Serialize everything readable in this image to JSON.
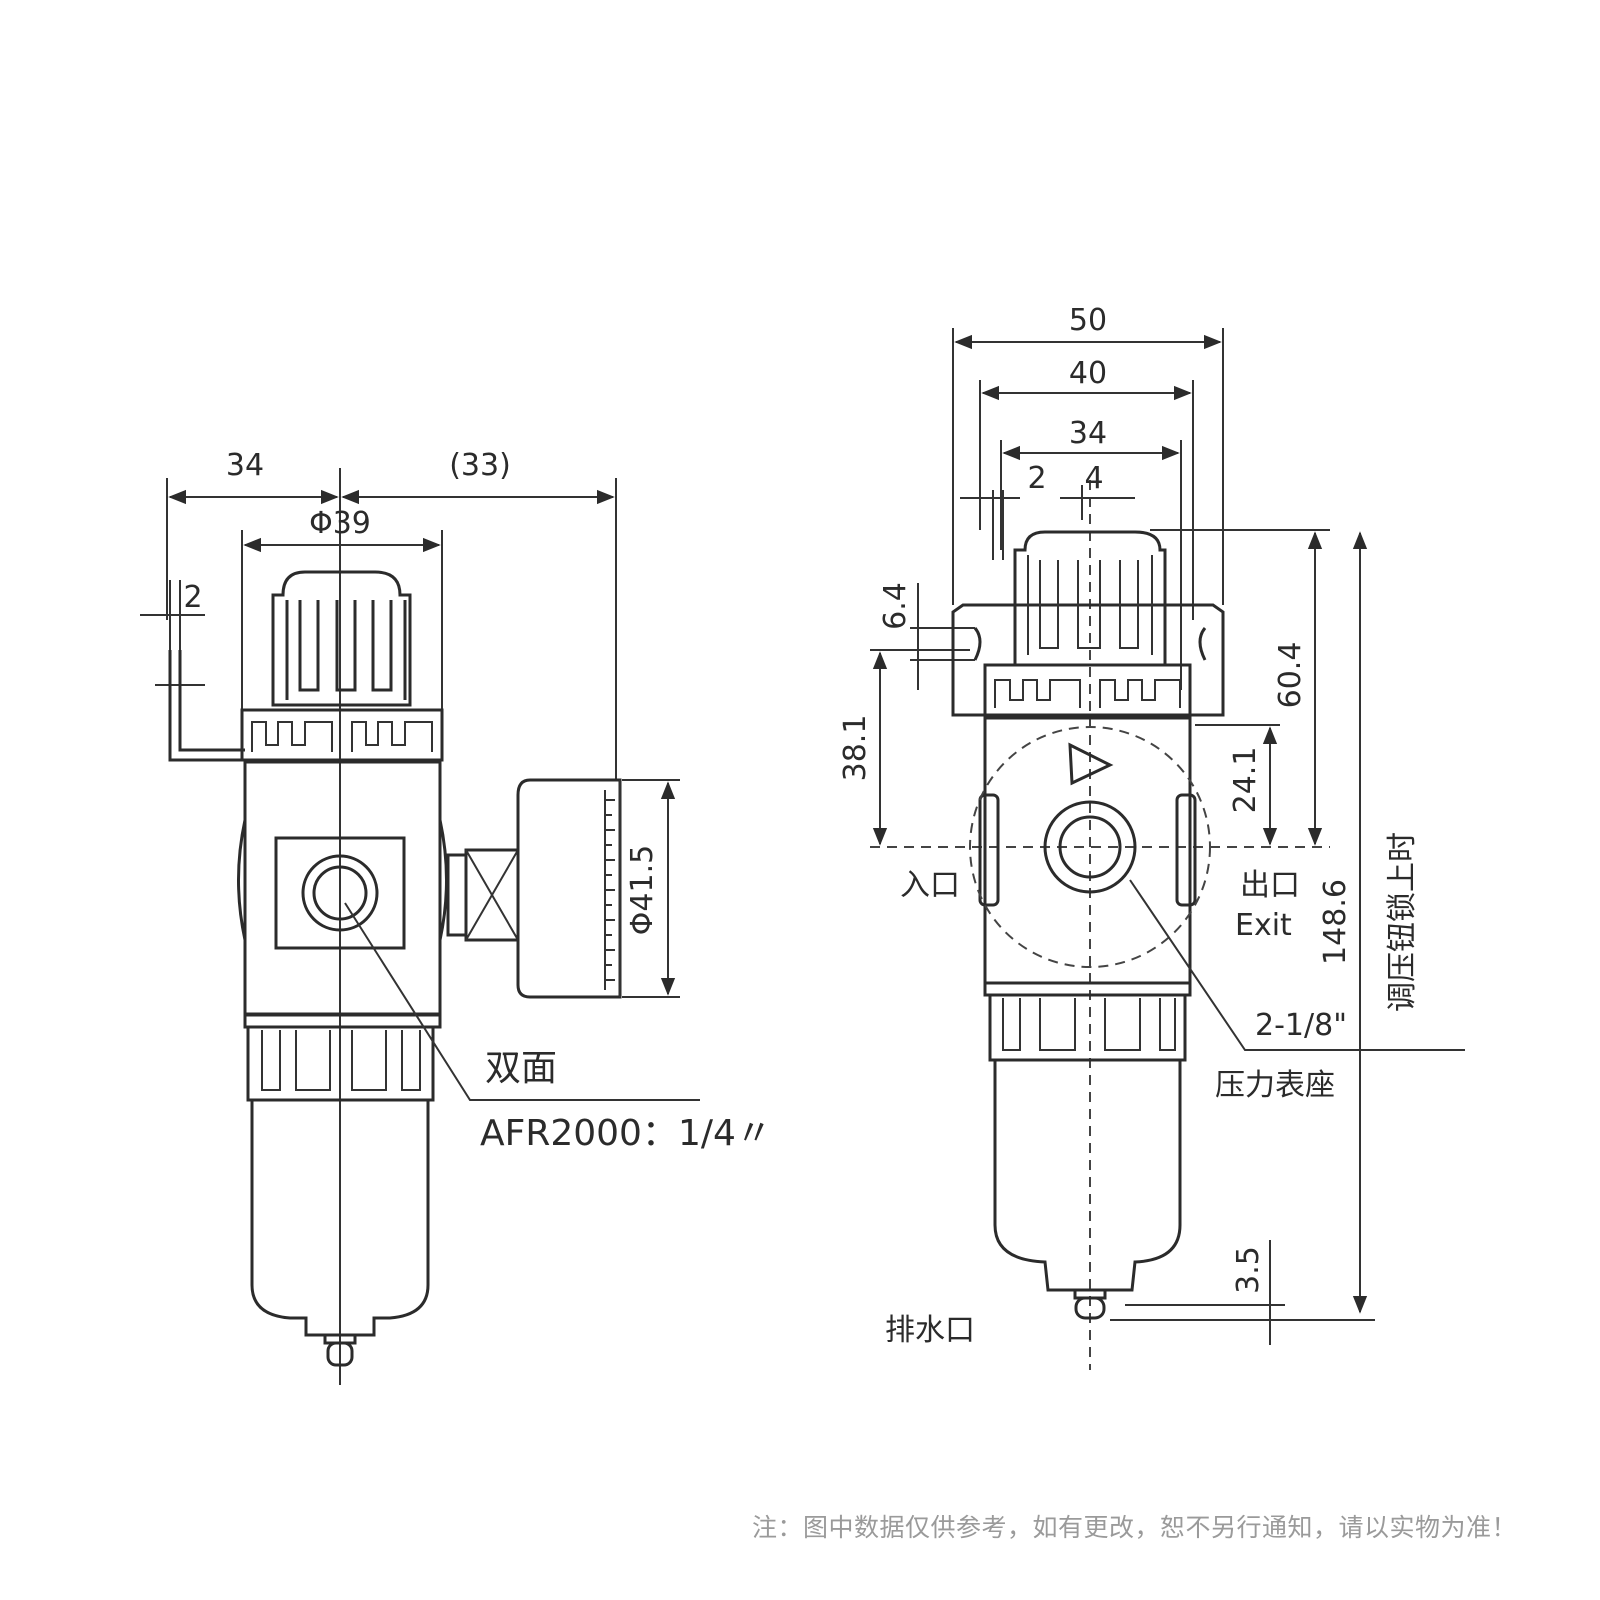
{
  "left_view": {
    "dim_34": "34",
    "dim_33": "(33)",
    "dim_phi39": "Φ39",
    "dim_2": "2",
    "dim_phi41_5": "Φ41.5",
    "label_double_side": "双面",
    "label_model": "AFR2000：1/4〃"
  },
  "right_view": {
    "dim_50": "50",
    "dim_40": "40",
    "dim_34": "34",
    "dim_2": "2",
    "dim_4": "4",
    "dim_6_4": "6.4",
    "dim_38_1": "38.1",
    "dim_60_4": "60.4",
    "dim_24_1": "24.1",
    "dim_148_6": "148.6",
    "dim_3_5": "3.5",
    "label_inlet": "入口",
    "label_outlet": "出口",
    "label_exit": "Exit",
    "label_thread": "2-1/8\"",
    "label_gauge_seat": "压力表座",
    "label_drain": "排水口",
    "label_knob_locked": "调压钮锁上时"
  },
  "footer_note": "注：图中数据仅供参考，如有更改，恕不另行通知，请以实物为准！"
}
